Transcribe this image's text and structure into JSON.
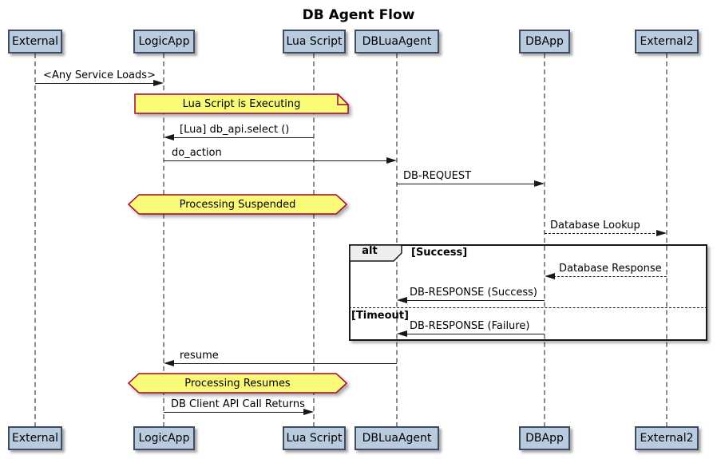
{
  "title": "DB Agent Flow",
  "participants": [
    {
      "label": "External"
    },
    {
      "label": "LogicApp"
    },
    {
      "label": "Lua Script"
    },
    {
      "label": "DBLuaAgent"
    },
    {
      "label": "DBApp"
    },
    {
      "label": "External2"
    }
  ],
  "messages": {
    "any_service_loads": "<Any Service Loads>",
    "lua_select": "[Lua] db_api.select ()",
    "do_action": "do_action",
    "db_request": "DB-REQUEST",
    "database_lookup": "Database Lookup",
    "database_response": "Database Response",
    "db_response_success": "DB-RESPONSE (Success)",
    "db_response_failure": "DB-RESPONSE (Failure)",
    "resume": "resume",
    "db_client_api_returns": "DB Client API Call Returns"
  },
  "notes": {
    "executing": "Lua Script is Executing",
    "suspended": "Processing Suspended",
    "resumes": "Processing Resumes"
  },
  "alt": {
    "operator": "alt",
    "guard_success": "[Success]",
    "guard_timeout": "[Timeout]"
  },
  "colors": {
    "note_fill": "#FBFB77",
    "note_border": "#A80036",
    "participant_fill": "#B8CBDF",
    "participant_border": "#3D4C63",
    "lifeline": "#8C8C8C",
    "line": "#181818",
    "frame_tab_fill": "#EEEEEE",
    "bg": "#FFFFFF"
  }
}
